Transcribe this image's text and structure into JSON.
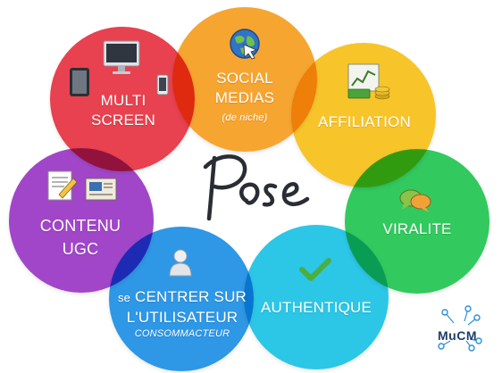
{
  "brand": {
    "name": "Pose",
    "mark": "MuCM"
  },
  "bubbles": [
    {
      "id": "multi-screen",
      "lines": [
        "MULTI",
        "SCREEN"
      ],
      "color": "#e8414f"
    },
    {
      "id": "social-medias",
      "lines": [
        "SOCIAL",
        "MEDIAS"
      ],
      "sub": "(de niche)",
      "color": "#f6a531"
    },
    {
      "id": "affiliation",
      "lines": [
        "AFFILIATION"
      ],
      "color": "#f7c52a"
    },
    {
      "id": "viralite",
      "lines": [
        "VIRALITE"
      ],
      "color": "#32c95e"
    },
    {
      "id": "authentique",
      "lines": [
        "AUTHENTIQUE"
      ],
      "color": "#2cc6e6"
    },
    {
      "id": "centrer",
      "prefix": "se",
      "lines": [
        "CENTRER SUR",
        "L'UTILISATEUR"
      ],
      "sub": "CONSOMMACTEUR",
      "color": "#2e97e6"
    },
    {
      "id": "contenu",
      "lines": [
        "CONTENU",
        "UGC"
      ],
      "color": "#a146c8"
    }
  ]
}
